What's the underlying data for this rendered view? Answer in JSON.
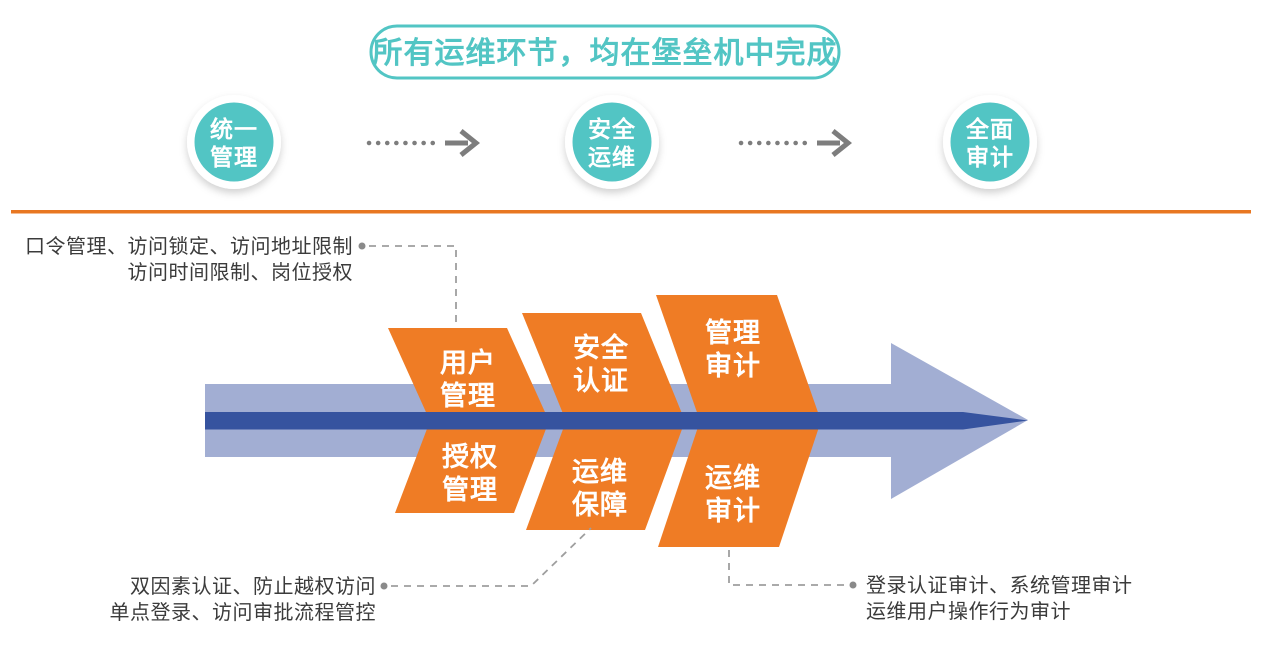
{
  "banner": {
    "text": "所有运维环节，均在堡垒机中完成"
  },
  "stages": [
    {
      "line1": "统一",
      "line2": "管理"
    },
    {
      "line1": "安全",
      "line2": "运维"
    },
    {
      "line1": "全面",
      "line2": "审计"
    }
  ],
  "chevrons": {
    "top": [
      {
        "line1": "用户",
        "line2": "管理"
      },
      {
        "line1": "安全",
        "line2": "认证"
      },
      {
        "line1": "管理",
        "line2": "审计"
      }
    ],
    "bottom": [
      {
        "line1": "授权",
        "line2": "管理"
      },
      {
        "line1": "运维",
        "line2": "保障"
      },
      {
        "line1": "运维",
        "line2": "审计"
      }
    ]
  },
  "annotations": {
    "user_mgmt": {
      "line1": "口令管理、访问锁定、访问地址限制",
      "line2": "访问时间限制、岗位授权"
    },
    "auth": {
      "line1": "双因素认证、防止越权访问",
      "line2": "单点登录、访问审批流程管控"
    },
    "audit": {
      "line1": "登录认证审计、系统管理审计",
      "line2": "运维用户操作行为审计"
    }
  },
  "colors": {
    "teal": "#52c5c4",
    "orange": "#ef7c25",
    "orange_line": "#e87722",
    "arrow_light": "#a2aed3",
    "arrow_dark": "#36539f",
    "dot_gray": "#7d7d7d",
    "dash_gray": "#9e9e9e",
    "bullet_gray": "#8a8a8a",
    "text_dark": "#3b3b3b",
    "white": "#ffffff"
  }
}
